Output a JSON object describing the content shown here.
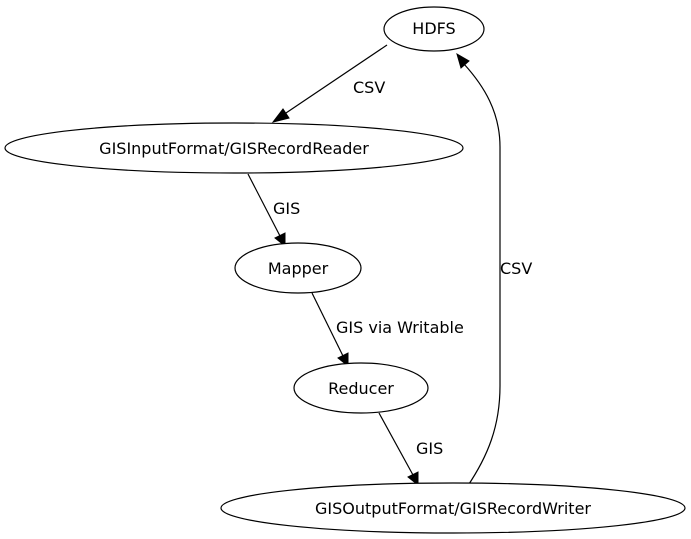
{
  "nodes": {
    "hdfs": "HDFS",
    "input_format": "GISInputFormat/GISRecordReader",
    "mapper": "Mapper",
    "reducer": "Reducer",
    "output_format": "GISOutputFormat/GISRecordWriter"
  },
  "edges": {
    "hdfs_to_input": "CSV",
    "input_to_mapper": "GIS",
    "mapper_to_reducer": "GIS via Writable",
    "reducer_to_output": "GIS",
    "output_to_hdfs": "CSV"
  }
}
